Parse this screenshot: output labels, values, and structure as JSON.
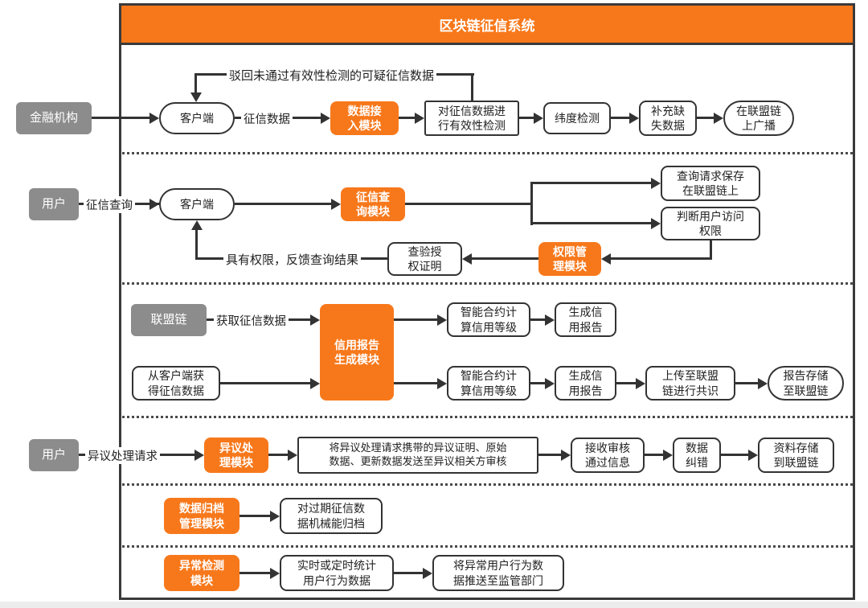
{
  "title": "区块链征信系统",
  "colors": {
    "accent_orange": "#F7781B",
    "actor_gray": "#8C8C8C"
  },
  "rows": {
    "data_ingest": {
      "actor": "金融机构",
      "client": "客户端",
      "edge_data": "征信数据",
      "module": "数据接\n入模块",
      "validity": "对征信数据进\n行有效性检测",
      "dimension": "纬度检测",
      "fill_missing": "补充缺\n失数据",
      "broadcast": "在联盟链\n上广播",
      "reject": "驳回未通过有效性检测的可疑征信数据"
    },
    "credit_query": {
      "actor": "用户",
      "edge_query": "征信查询",
      "client": "客户端",
      "module": "征信查\n询模块",
      "save_request": "查询请求保存\n在联盟链上",
      "judge_access": "判断用户访问\n权限",
      "perm_module": "权限管\n理模块",
      "verify_proof": "查验授\n权证明",
      "feedback": "具有权限，反馈查询结果"
    },
    "report_gen": {
      "actor": "联盟链",
      "edge_fetch": "获取征信数据",
      "module": "信用报告\n生成模块",
      "from_client": "从客户端获\n得征信数据",
      "smart_calc_1": "智能合约计\n算信用等级",
      "report_1": "生成信\n用报告",
      "smart_calc_2": "智能合约计\n算信用等级",
      "report_2": "生成信\n用报告",
      "upload": "上传至联盟\n链进行共识",
      "store": "报告存储\n至联盟链"
    },
    "dispute": {
      "actor": "用户",
      "edge_request": "异议处理请求",
      "module": "异议处\n理模块",
      "send_review": "将异议处理请求携带的异议证明、原始\n数据、更新数据发送至异议相关方审核",
      "receive": "接收审核\n通过信息",
      "correct": "数据\n纠错",
      "store": "资料存储\n到联盟链"
    },
    "archive": {
      "module": "数据归档\n管理模块",
      "action": "对过期征信数\n据机械能归档"
    },
    "anomaly": {
      "module": "异常检测\n模块",
      "stat": "实时或定时统计\n用户行为数据",
      "push": "将异常用户行为数\n据推送至监管部门"
    }
  }
}
